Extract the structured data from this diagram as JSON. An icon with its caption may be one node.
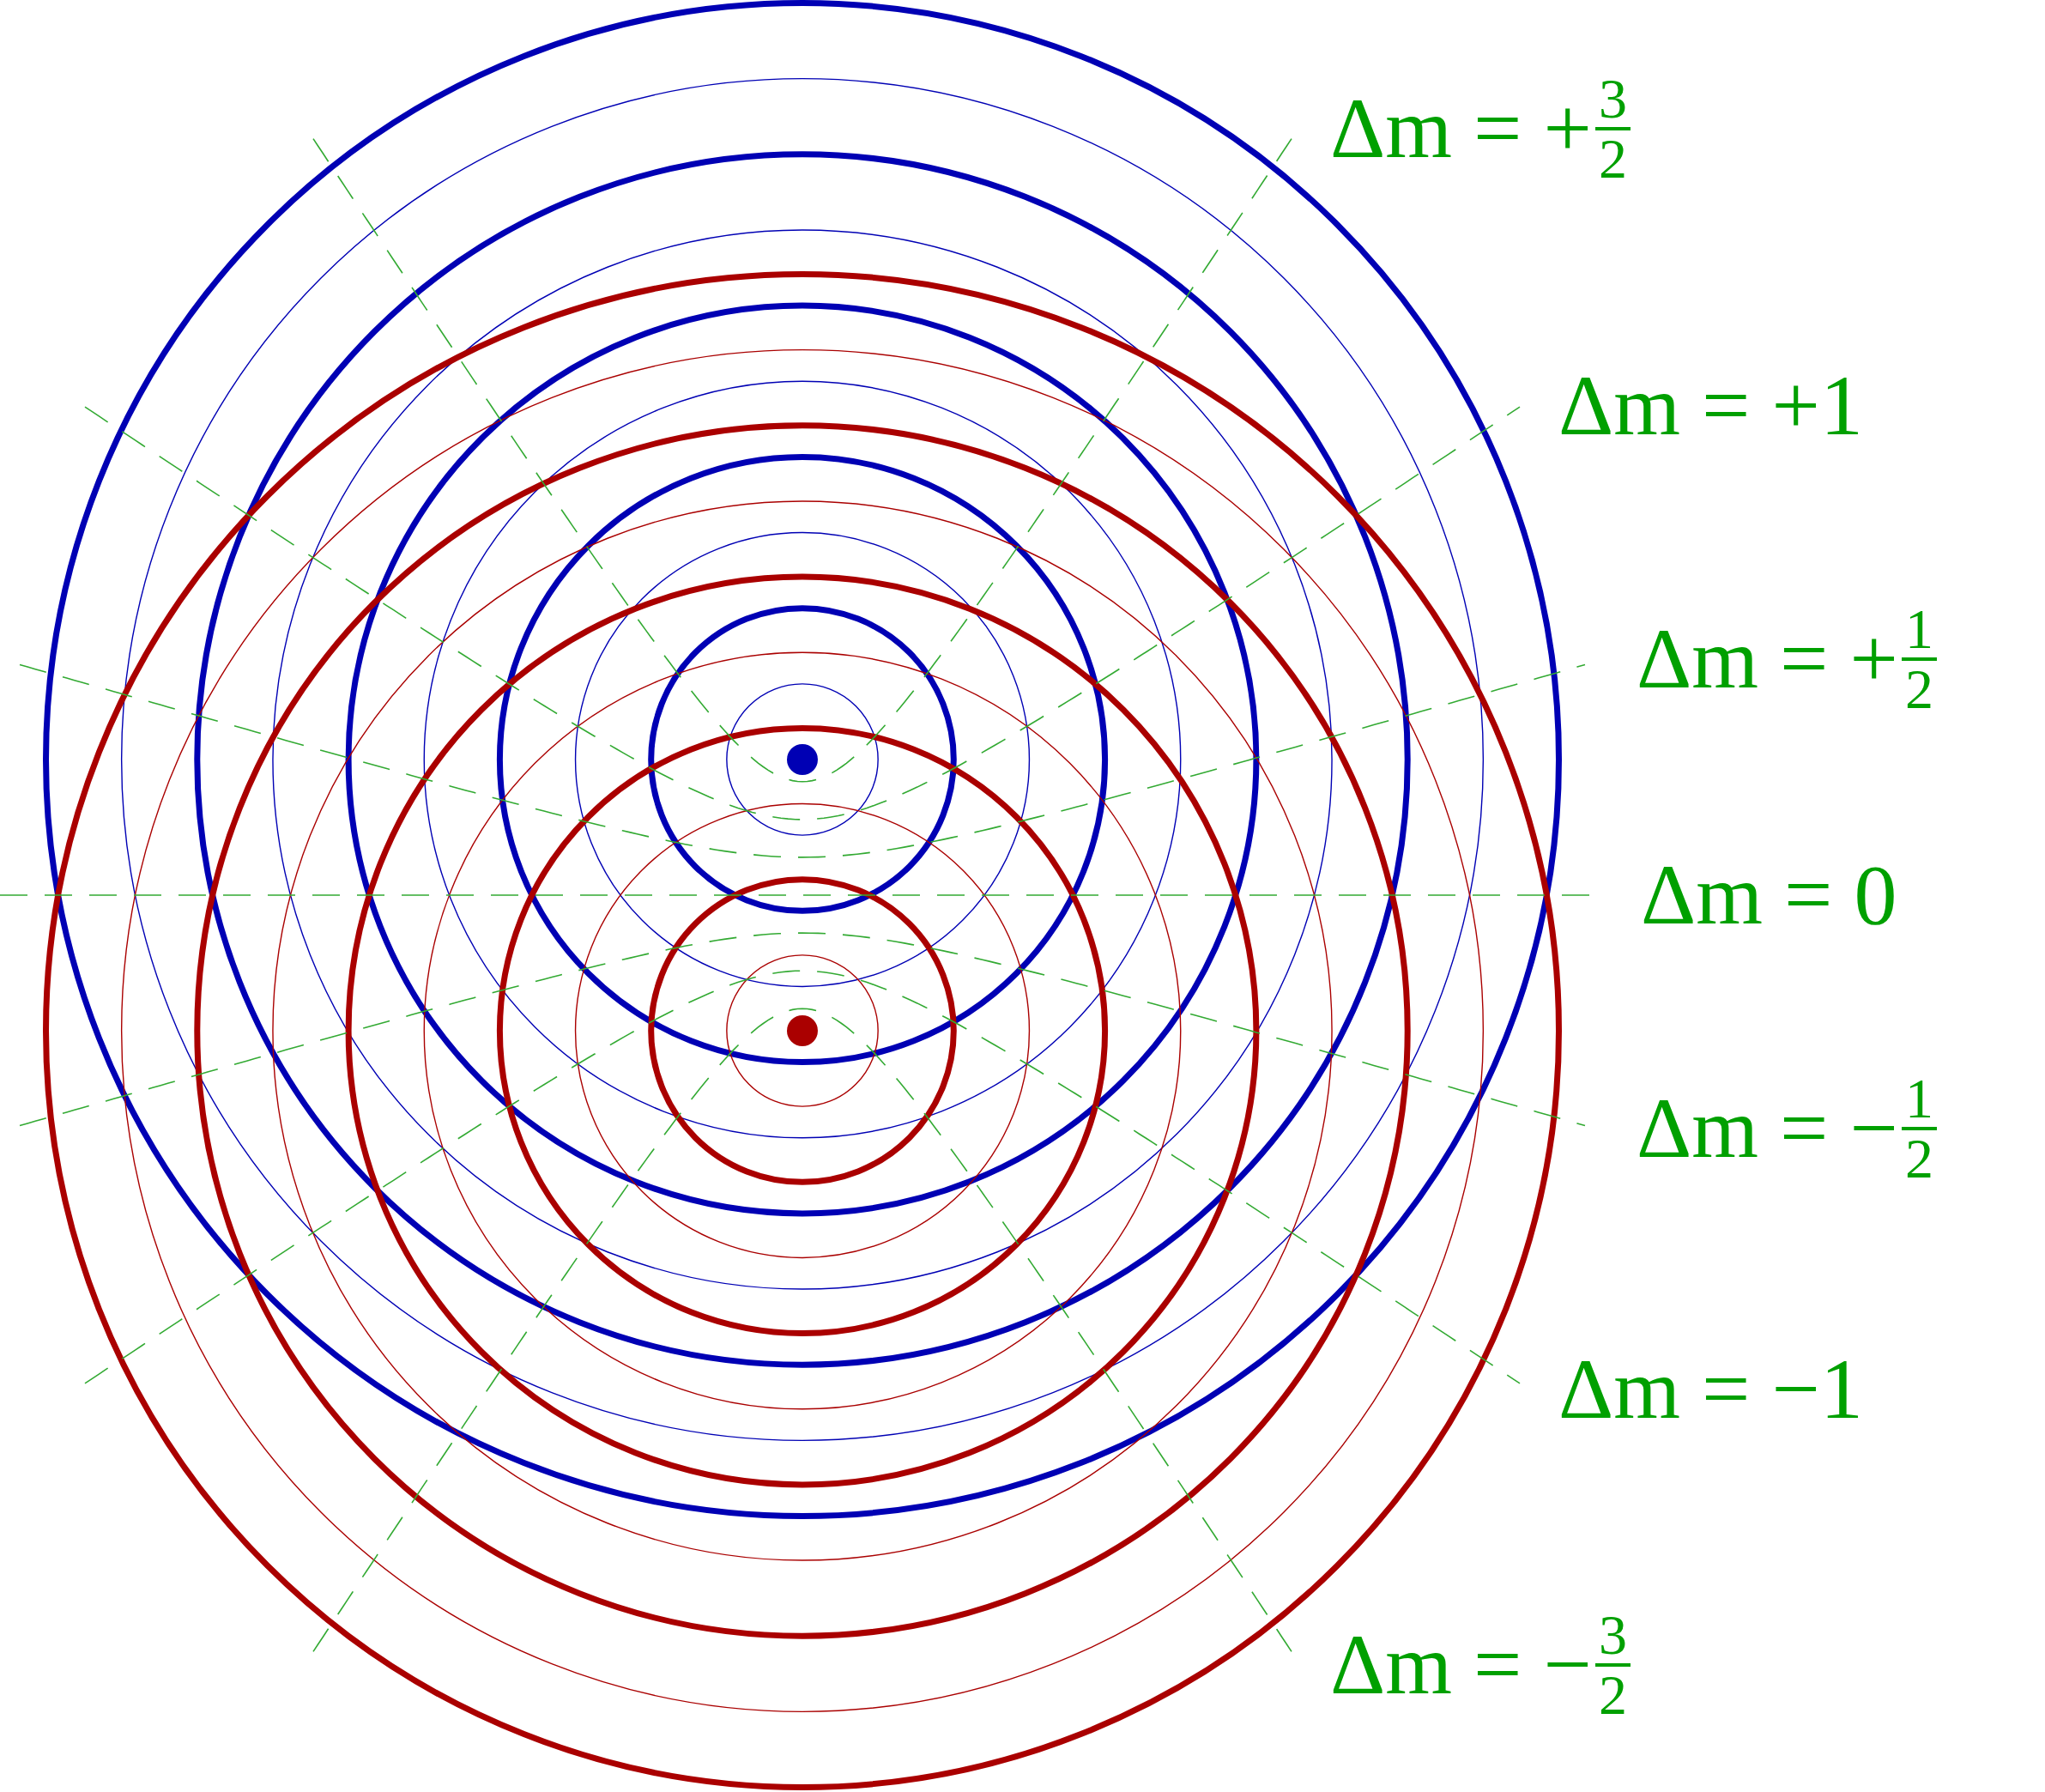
{
  "diagram": {
    "labels": [
      "Δm = +3/2",
      "Δm = +1",
      "Δm = +1/2",
      "Δm = 0",
      "Δm = −1/2",
      "Δm = −1",
      "Δm = −3/2"
    ]
  }
}
